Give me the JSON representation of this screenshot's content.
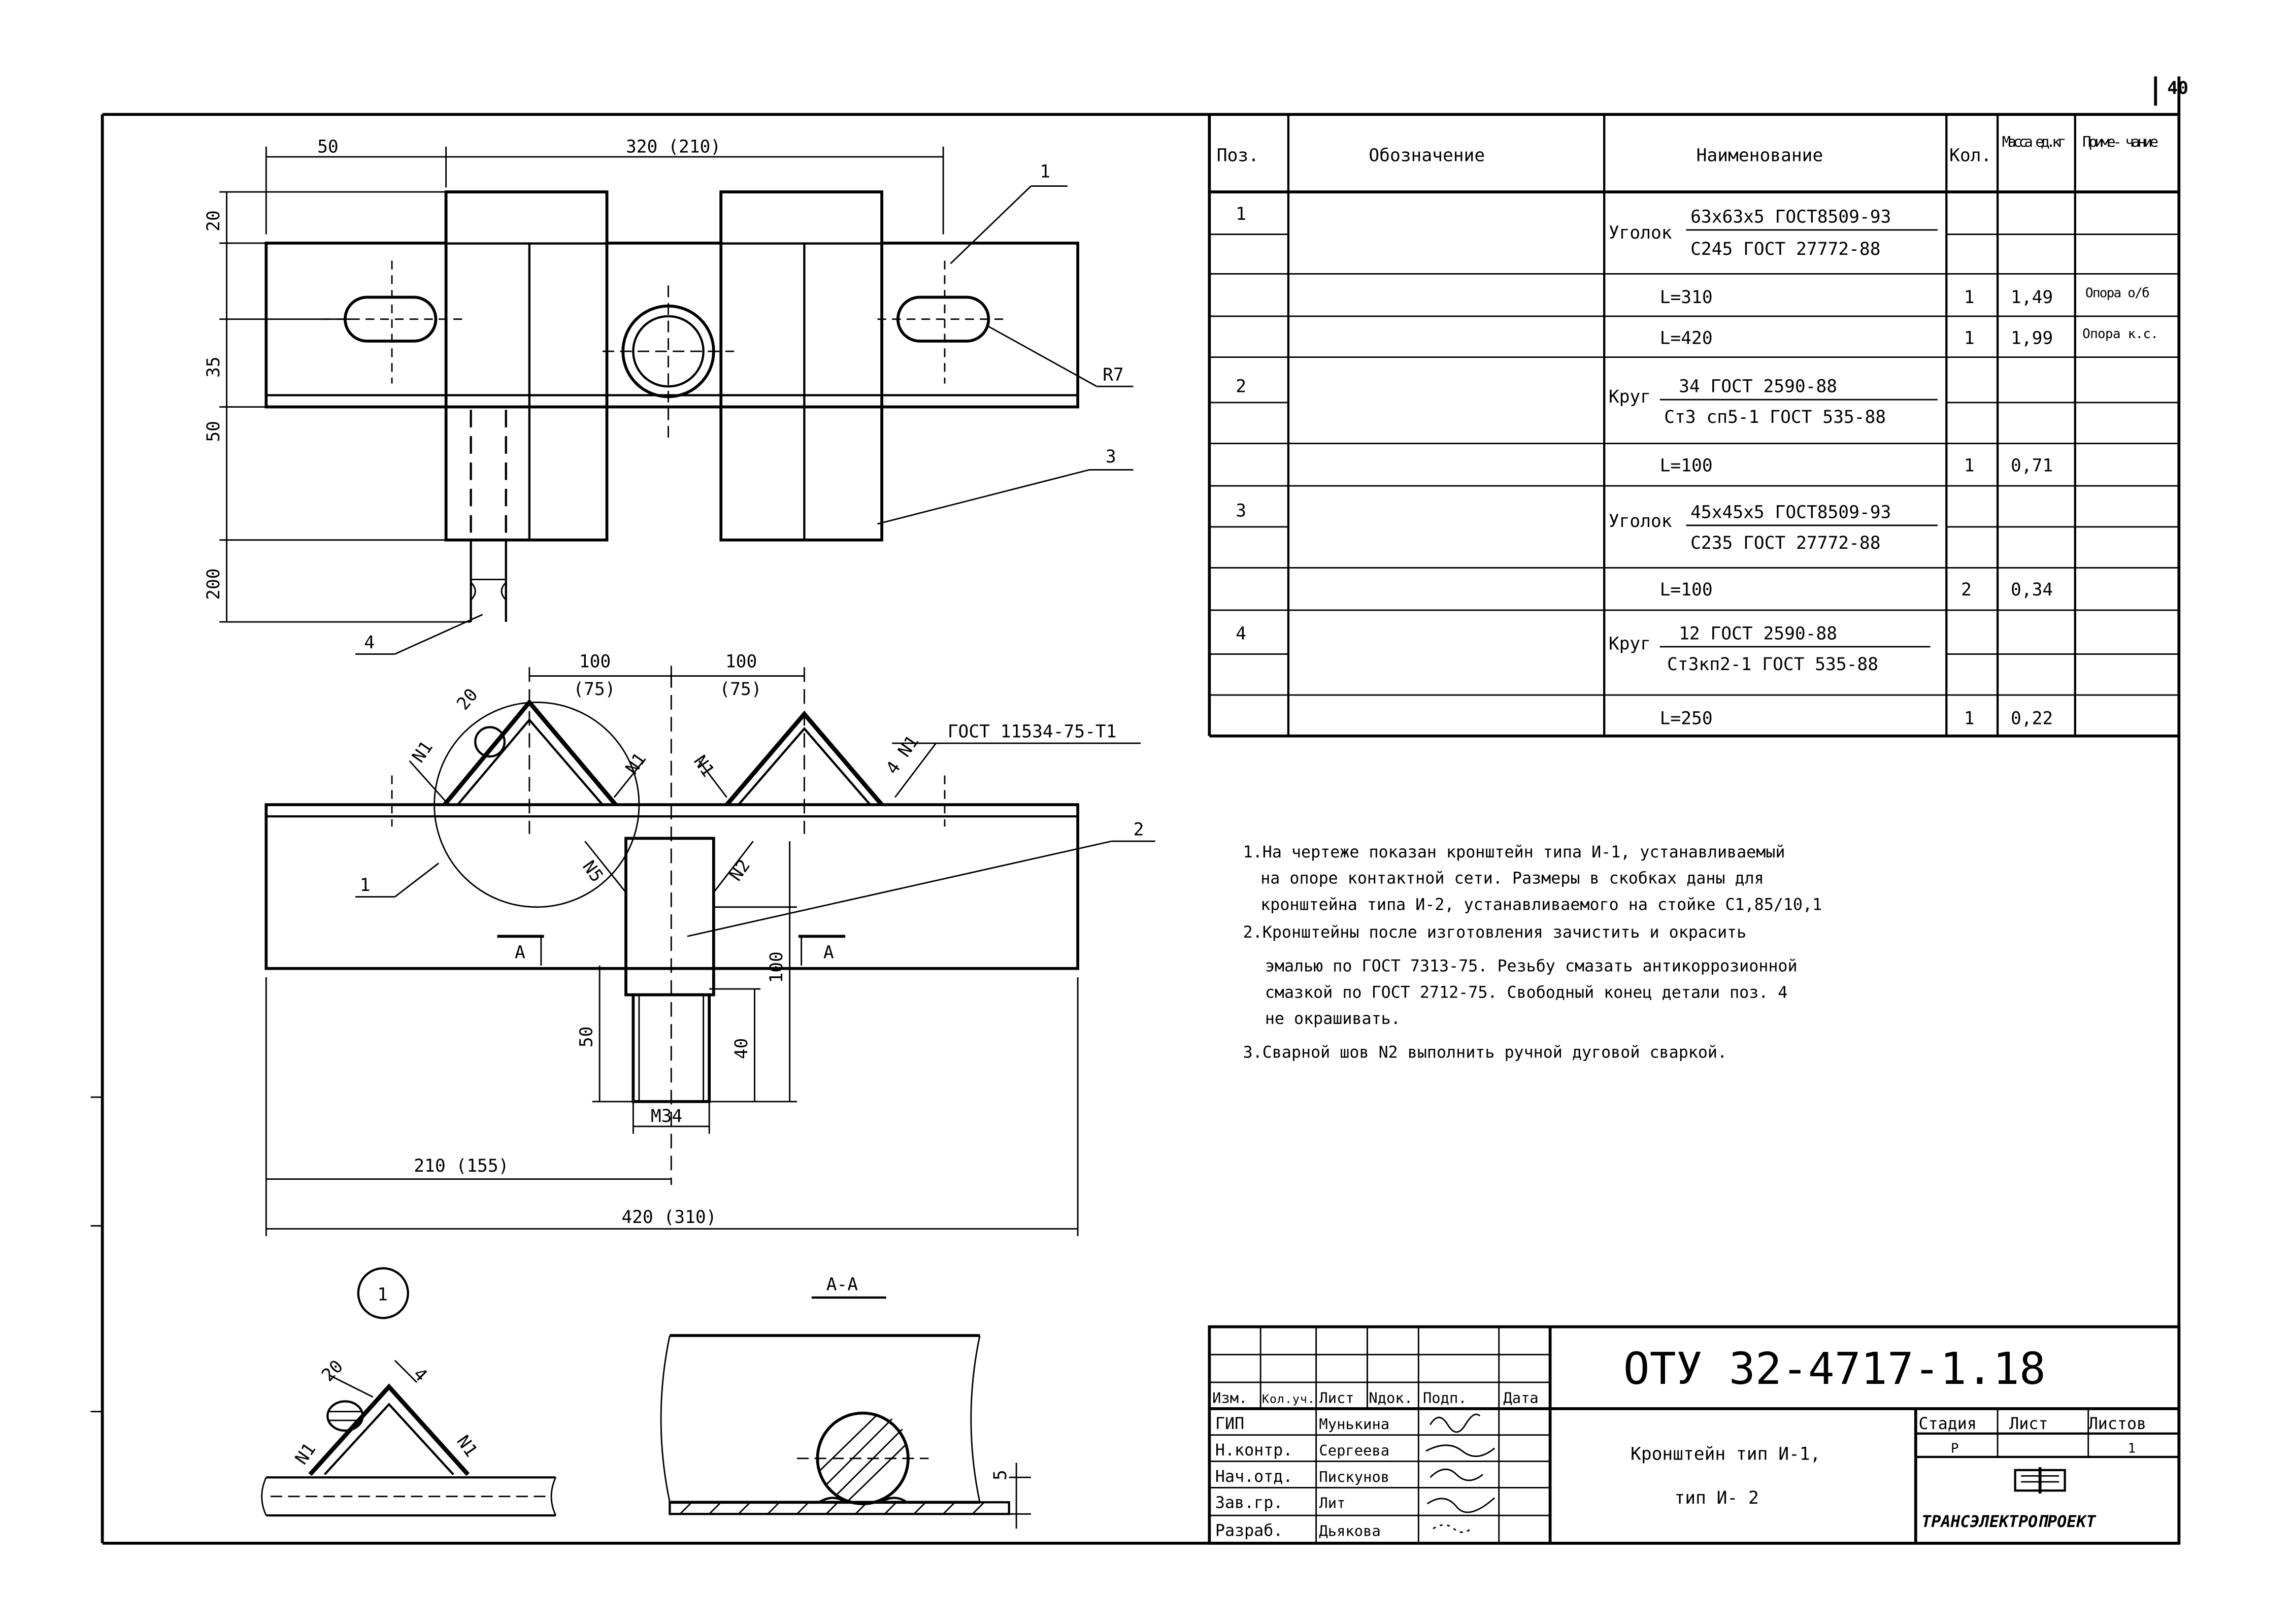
{
  "page_number": "40",
  "spec": {
    "headers": [
      "Поз.",
      "Обозначение",
      "Наименование",
      "Кол.",
      "Масса ед.кг",
      "Приме- чание"
    ],
    "rows": [
      {
        "pos": "1",
        "name_prefix": "Уголок",
        "name_top": "63x63x5  ГОСТ8509-93",
        "name_bottom": "С245 ГОСТ 27772-88"
      },
      {
        "length": "L=310",
        "qty": "1",
        "mass": "1,49",
        "note": "Опора о/б"
      },
      {
        "length": "L=420",
        "qty": "1",
        "mass": "1,99",
        "note": "Опора к.с."
      },
      {
        "pos": "2",
        "name_prefix": "Круг",
        "name_top": "34 ГОСТ 2590-88",
        "name_bottom": "Ст3 сп5-1 ГОСТ 535-88"
      },
      {
        "length": "L=100",
        "qty": "1",
        "mass": "0,71",
        "note": ""
      },
      {
        "pos": "3",
        "name_prefix": "Уголок",
        "name_top": "45x45x5  ГОСТ8509-93",
        "name_bottom": "С235 ГОСТ 27772-88"
      },
      {
        "length": "L=100",
        "qty": "2",
        "mass": "0,34",
        "note": ""
      },
      {
        "pos": "4",
        "name_prefix": "Круг",
        "name_top": "12 ГОСТ 2590-88",
        "name_bottom": "Ст3кп2-1 ГОСТ 535-88"
      },
      {
        "length": "L=250",
        "qty": "1",
        "mass": "0,22",
        "note": ""
      }
    ]
  },
  "notes": [
    "1.На чертеже показан кронштейн типа И-1, устанавливаемый",
    "на опоре контактной сети. Размеры в скобках даны для",
    "кронштейна типа И-2, устанавливаемого на стойке С1,85/10,1",
    "2.Кронштейны после изготовления зачистить и окрасить",
    "эмалью по ГОСТ 7313-75. Резьбу смазать антикоррозионной",
    "смазкой по ГОСТ 2712-75. Свободный конец детали поз. 4",
    "не окрашивать.",
    "3.Сварной шов N2 выполнить ручной дуговой сваркой."
  ],
  "dims_plan": {
    "d50": "50",
    "d320": "320 (210)",
    "d20": "20",
    "d35": "35",
    "d50v": "50",
    "d200": "200",
    "r7": "R7",
    "lbl1": "1",
    "lbl3": "3",
    "lbl4": "4"
  },
  "dims_front": {
    "d100a": "100",
    "d75a": "(75)",
    "d100b": "100",
    "d75b": "(75)",
    "d20": "20",
    "n1a": "N1",
    "n1b": "N1",
    "n1c": "N1",
    "n1d": "4 N1",
    "n5": "N5",
    "n2": "N2",
    "gost": "ГОСТ 11534-75-Т1",
    "lbl2": "2",
    "lbl1": "1",
    "secA1": "А",
    "secA2": "А",
    "d100": "100",
    "d50": "50",
    "d40": "40",
    "m34": "М34",
    "d210": "210 (155)",
    "d420": "420 (310)"
  },
  "detail": {
    "callout": "1",
    "d20": "20",
    "d4": "4",
    "n1a": "N1",
    "n1b": "N1"
  },
  "section": {
    "title": "А-А",
    "d5": "5"
  },
  "title_block": {
    "doc_code": "ОТУ 32-4717-1.18",
    "title_line1": "Кронштейн тип И-1,",
    "title_line2": "тип  И- 2",
    "col_headers": [
      "Изм.",
      "Кол.уч.",
      "Лист",
      "Nдок.",
      "Подп.",
      "Дата"
    ],
    "roles": [
      {
        "role": "ГИП",
        "name": "Мунькина"
      },
      {
        "role": "Н.контр.",
        "name": "Сергеева"
      },
      {
        "role": "Нач.отд.",
        "name": "Пискунов"
      },
      {
        "role": "Зав.гр.",
        "name": "Лит"
      },
      {
        "role": "Разраб.",
        "name": "Дьякова"
      }
    ],
    "stage_header": "Стадия",
    "sheet_header": "Лист",
    "sheets_header": "Листов",
    "stage": "Р",
    "sheet": "",
    "sheets": "1",
    "org": "ТРАНСЭЛЕКТРОПРОЕКТ"
  }
}
